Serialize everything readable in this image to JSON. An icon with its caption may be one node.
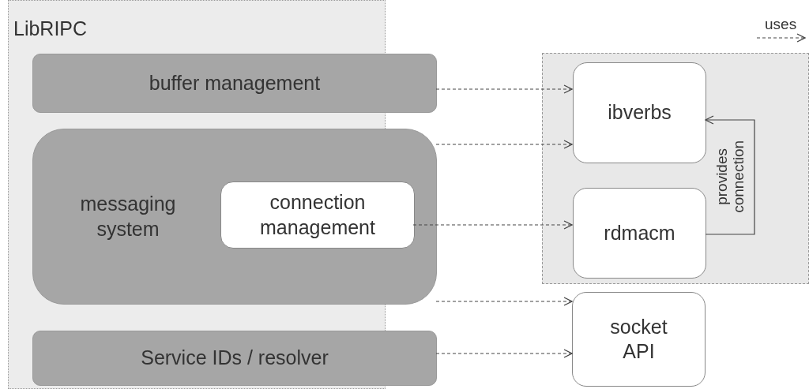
{
  "diagram": {
    "nodes": [
      {
        "text": [
          "LibRIPC"
        ]
      },
      {
        "text": [
          "buffer management"
        ],
        "in": 0
      },
      {
        "text": [
          "messaging system"
        ],
        "in": 0
      },
      {
        "text": [
          "connection management"
        ],
        "in": 2
      },
      {
        "text": [
          "Service IDs / resolver"
        ],
        "in": 0
      },
      {
        "text": [],
        "shape": "box"
      },
      {
        "text": [
          "ibverbs"
        ],
        "in": 5
      },
      {
        "text": [
          "rdmacm"
        ],
        "in": 5
      },
      {
        "text": [
          "socket API"
        ]
      }
    ],
    "edges": [
      {
        "from": 1,
        "to": 6,
        "arrow": "to",
        "style": "dashed"
      },
      {
        "from": 2,
        "to": 6,
        "arrow": "to",
        "style": "dashed"
      },
      {
        "from": 3,
        "to": 7,
        "arrow": "to",
        "style": "dashed"
      },
      {
        "from": 2,
        "to": 8,
        "arrow": "to",
        "style": "dashed"
      },
      {
        "from": 4,
        "to": 8,
        "arrow": "to",
        "style": "dashed"
      },
      {
        "from": 7,
        "to": 6,
        "arrow": "to",
        "label": "provides connection"
      }
    ],
    "legend": [
      {
        "text": "uses"
      }
    ]
  }
}
